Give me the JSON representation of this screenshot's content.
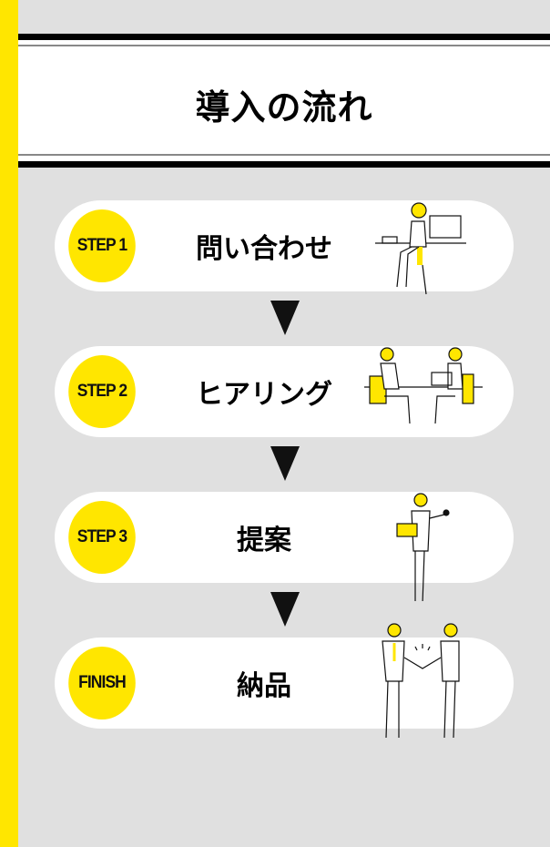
{
  "header": {
    "title": "導入の流れ"
  },
  "steps": [
    {
      "badge": "STEP 1",
      "label": "問い合わせ",
      "illustration": "person-on-phone-at-desk-icon"
    },
    {
      "badge": "STEP 2",
      "label": "ヒアリング",
      "illustration": "meeting-at-table-icon"
    },
    {
      "badge": "STEP 3",
      "label": "提案",
      "illustration": "person-presenting-icon"
    },
    {
      "badge": "FINISH",
      "label": "納品",
      "illustration": "handshake-icon"
    }
  ],
  "colors": {
    "accent": "#ffe600",
    "background": "#e0e0e0"
  }
}
